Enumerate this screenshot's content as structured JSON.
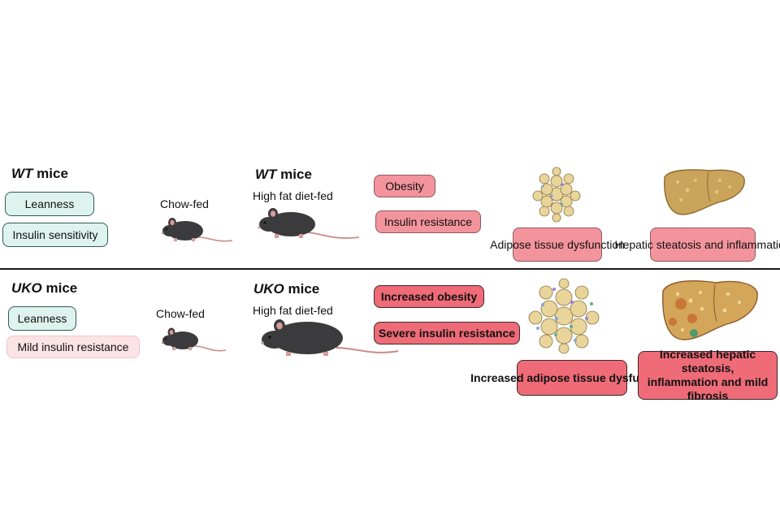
{
  "wt_row": {
    "group_title": "mice",
    "group_italic": "WT",
    "traits": [
      "Leanness",
      "Insulin sensitivity"
    ],
    "chow_label": "Chow-fed",
    "hfd_title": "mice",
    "hfd_italic": "WT",
    "hfd_label": "High fat diet-fed",
    "outcomes": [
      "Obesity",
      "Insulin resistance"
    ],
    "adipose_label": "Adipose tissue dysfunction",
    "liver_label": "Hepatic steatosis and inflammation"
  },
  "uko_row": {
    "group_title": "mice",
    "group_italic": "UKO",
    "traits": [
      "Leanness",
      "Mild insulin resistance"
    ],
    "chow_label": "Chow-fed",
    "hfd_title": "mice",
    "hfd_italic": "UKO",
    "hfd_label": "High fat diet-fed",
    "outcomes": [
      "Increased obesity",
      "Severe insulin resistance"
    ],
    "adipose_label": "Increased adipose tissue dysfunction",
    "liver_label": "Increased hepatic steatosis, inflammation and mild fibrosis"
  },
  "colors": {
    "teal_fill": "#dff3ee",
    "pink_fill": "#f3949c",
    "strong_pink_fill": "#ee6b77",
    "mouse_body": "#3b3b3d",
    "mouse_tail": "#c98a86",
    "fat_cell": "#e9d49a",
    "liver": "#c9a45a"
  },
  "icons": [
    "mouse-icon",
    "adipose-tissue-icon",
    "liver-icon"
  ]
}
